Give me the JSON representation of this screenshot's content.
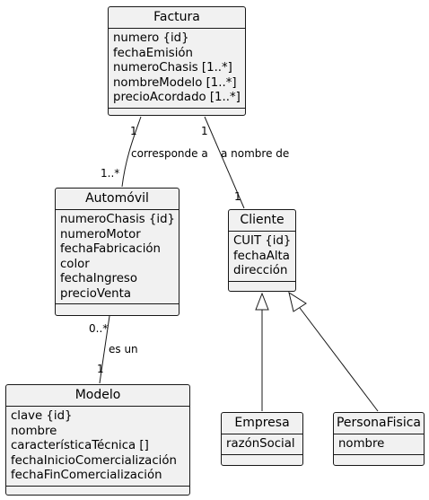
{
  "classes": {
    "factura": {
      "name": "Factura",
      "attributes": [
        "numero {id}",
        "fechaEmisión",
        "numeroChasis [1..*]",
        "nombreModelo [1..*]",
        "precioAcordado [1..*]"
      ]
    },
    "automovil": {
      "name": "Automóvil",
      "attributes": [
        "numeroChasis {id}",
        "numeroMotor",
        "fechaFabricación",
        "color",
        "fechaIngreso",
        "precioVenta"
      ]
    },
    "cliente": {
      "name": "Cliente",
      "attributes": [
        "CUIT {id}",
        "fechaAlta",
        "dirección"
      ]
    },
    "modelo": {
      "name": "Modelo",
      "attributes": [
        "clave {id}",
        "nombre",
        "característicaTécnica []",
        "fechaInicioComercialización",
        "fechaFinComercialización"
      ]
    },
    "empresa": {
      "name": "Empresa",
      "attributes": [
        "razónSocial"
      ]
    },
    "persona_fisica": {
      "name": "PersonaFisica",
      "attributes": [
        "nombre"
      ]
    }
  },
  "associations": {
    "factura_automovil": {
      "label": "corresponde a",
      "source_mult": "1",
      "target_mult": "1..*"
    },
    "factura_cliente": {
      "label": "a nombre de",
      "source_mult": "1",
      "target_mult": "1"
    },
    "automovil_modelo": {
      "label": "es un",
      "source_mult": "0..*",
      "target_mult": "1"
    }
  },
  "generalizations": [
    {
      "child": "Empresa",
      "parent": "Cliente"
    },
    {
      "child": "PersonaFisica",
      "parent": "Cliente"
    }
  ]
}
